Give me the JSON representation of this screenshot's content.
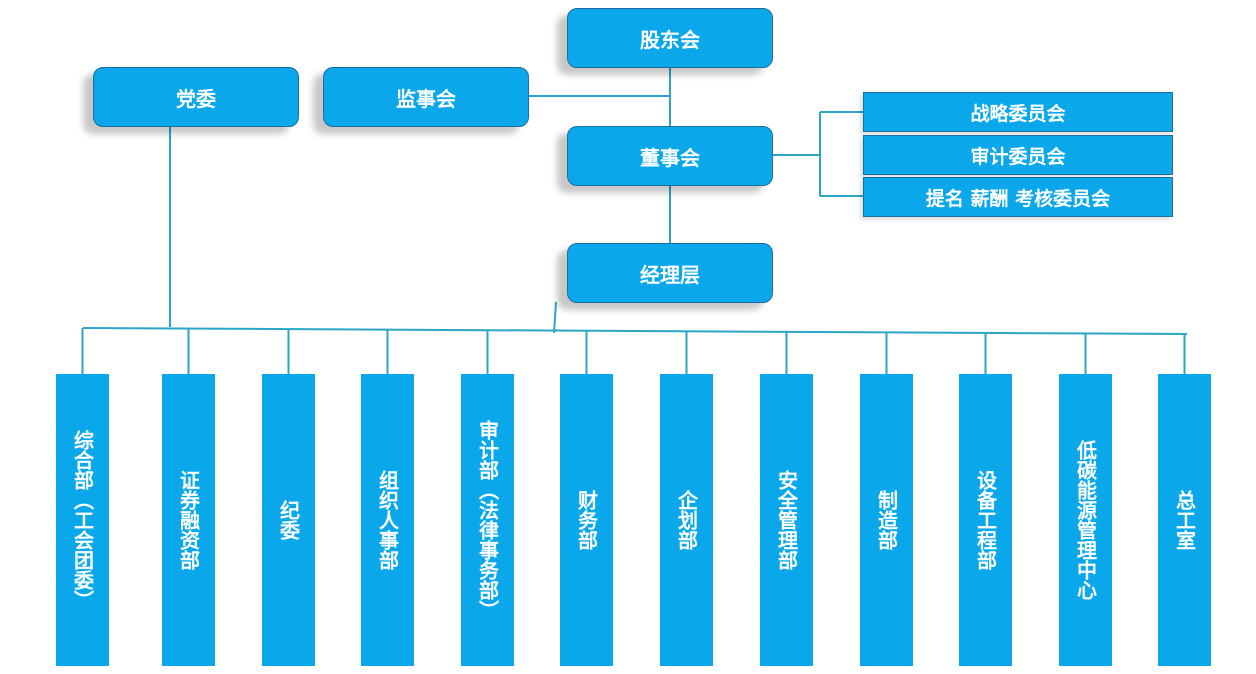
{
  "org": {
    "shareholders": "股东会",
    "board": "董事会",
    "supervisors": "监事会",
    "party": "党委",
    "management": "经理层",
    "committees": [
      "战略委员会",
      "审计委员会",
      "提名 薪酬 考核委员会"
    ],
    "departments": [
      "综合部（工会团委）",
      "证券融资部",
      "纪委",
      "组织人事部",
      "审计部（法律事务部）",
      "财务部",
      "企划部",
      "安全管理部",
      "制造部",
      "设备工程部",
      "低碳能源管理中心",
      "总工室"
    ]
  },
  "colors": {
    "box_fill": "#0aa7ea",
    "box_border": "#1b6f9c",
    "connector": "#2aa6c6"
  }
}
